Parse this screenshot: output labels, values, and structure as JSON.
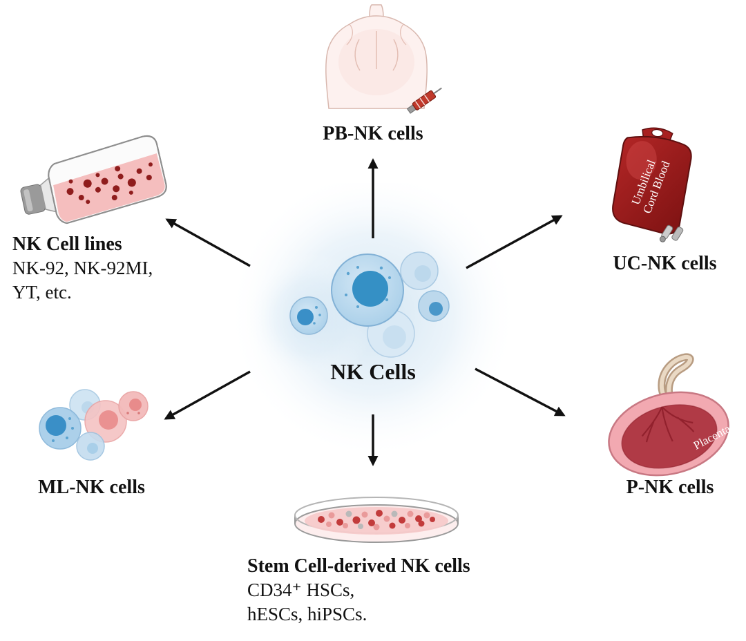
{
  "diagram": {
    "center_label": "NK Cells",
    "nodes": {
      "pb": {
        "title": "PB-NK cells"
      },
      "uc": {
        "title": "UC-NK cells"
      },
      "p": {
        "title": "P-NK cells"
      },
      "ml": {
        "title": "ML-NK cells"
      },
      "lines": {
        "title": "NK Cell lines",
        "sub1": "NK-92, NK-92MI,",
        "sub2": "YT, etc."
      },
      "stem": {
        "title": "Stem Cell-derived NK cells",
        "sub1": "CD34⁺ HSCs,",
        "sub2": "hESCs, hiPSCs."
      }
    },
    "illustration_labels": {
      "blood_bag_line1": "Umbilical",
      "blood_bag_line2": "Cord Blood",
      "placenta": "Placenta"
    },
    "colors": {
      "arrow": "#111111",
      "cell_blue": "#a9cfe9",
      "nucleus_blue": "#3a8fc7",
      "blood_red": "#9e1b1b",
      "placenta_pink": "#f2a9b1",
      "media_pink": "#f4baba",
      "glow_blue": "#cfe3f1"
    }
  }
}
